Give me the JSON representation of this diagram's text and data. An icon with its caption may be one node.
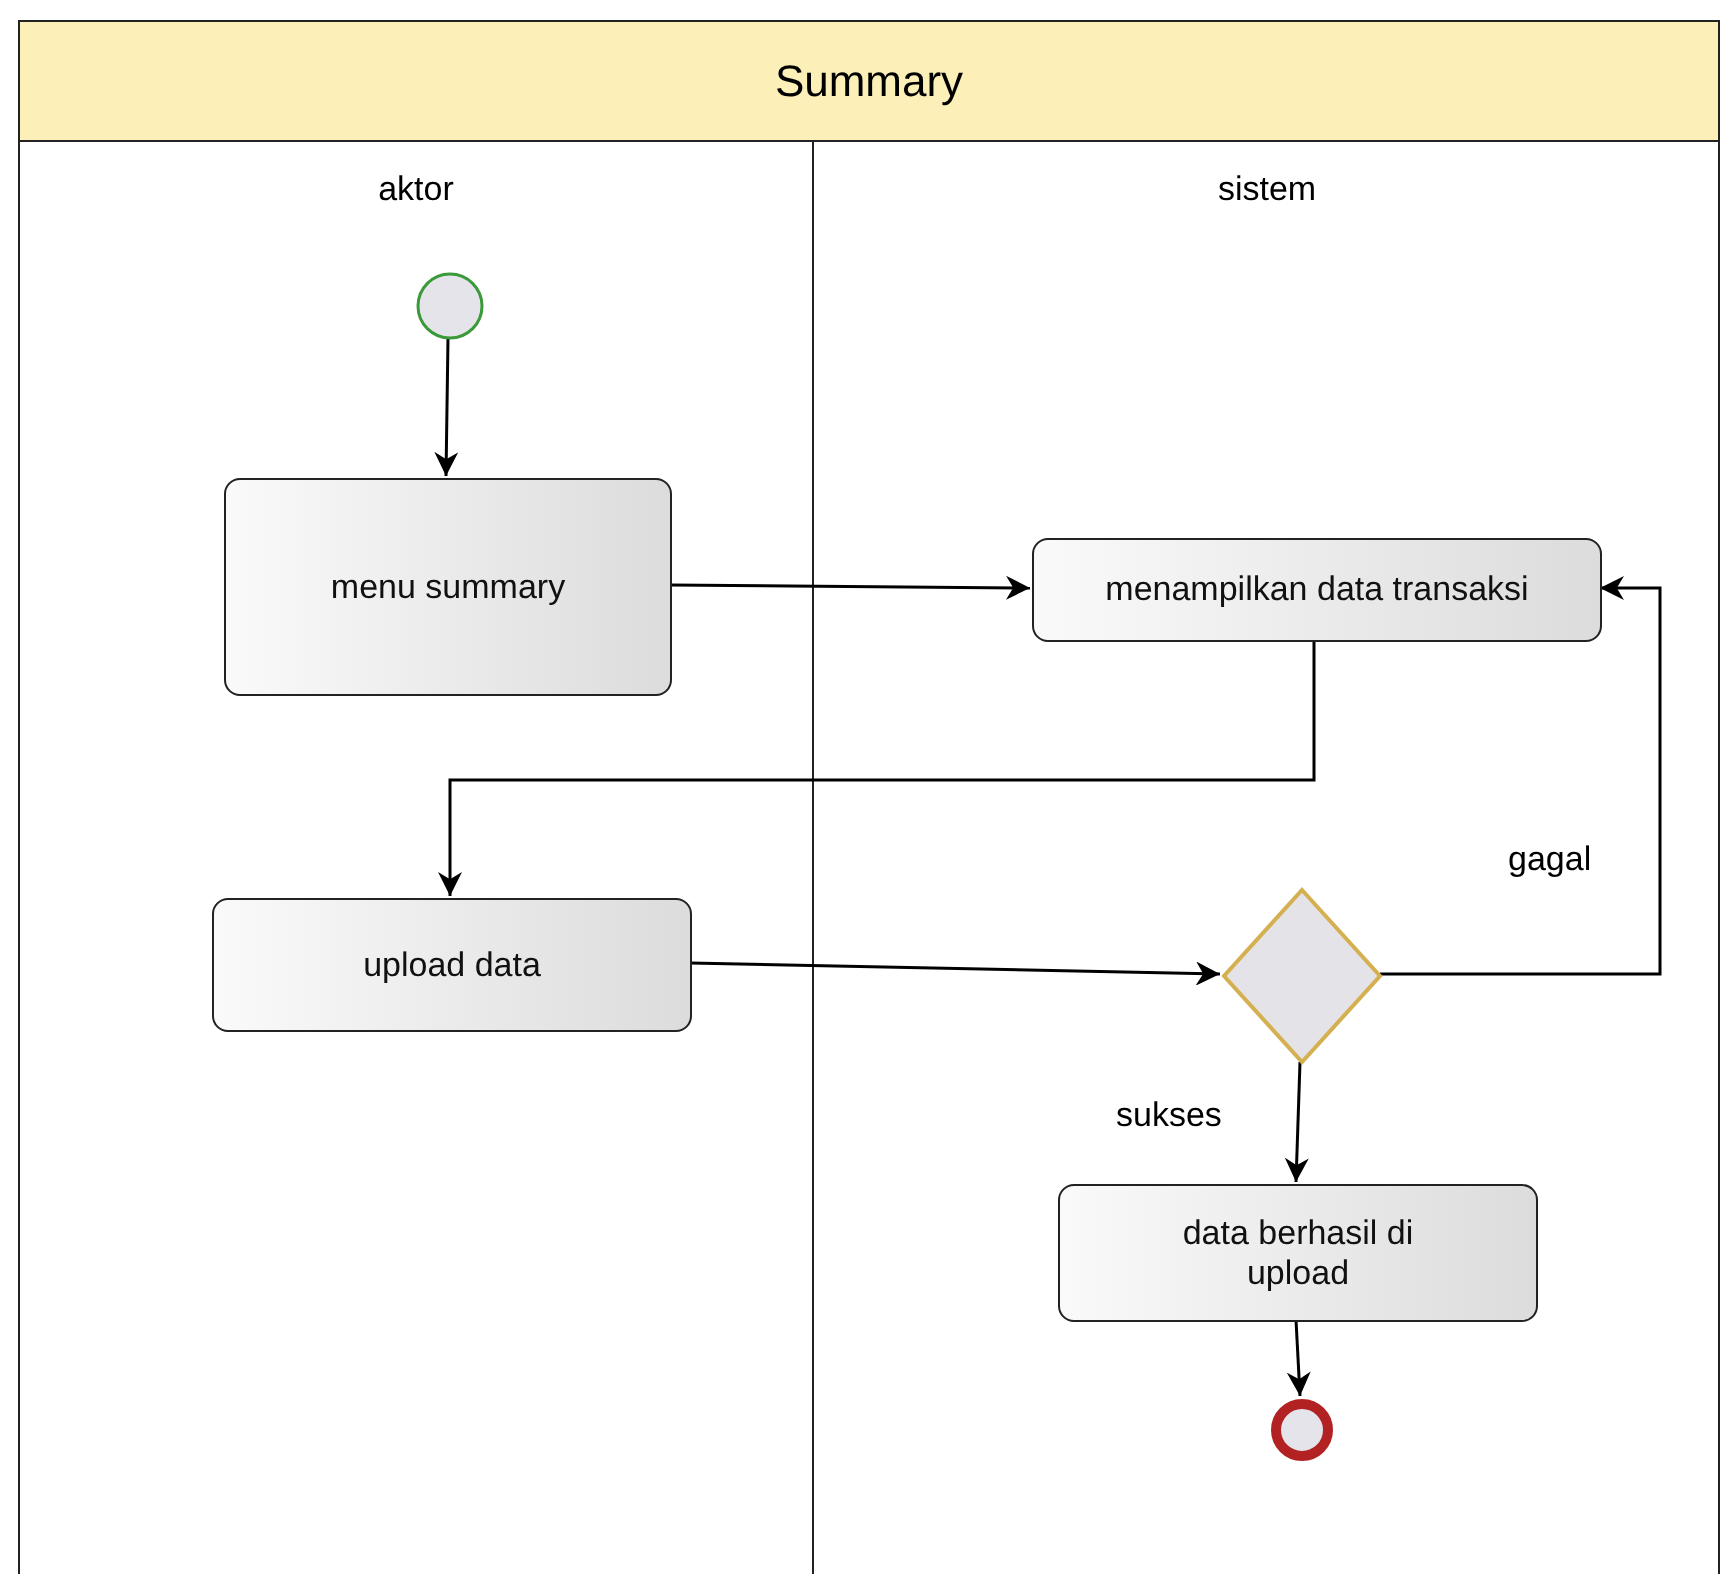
{
  "diagram": {
    "nodes": [
      {
        "text": [
          "Summary"
        ]
      },
      {
        "text": [
          "aktor"
        ],
        "in": 0
      },
      {
        "text": [
          "sistem"
        ],
        "in": 0
      },
      {
        "text": [],
        "shape": "circle",
        "in": 1
      },
      {
        "text": [
          "menu summary"
        ],
        "in": 1
      },
      {
        "text": [
          "menampilkan data transaksi"
        ],
        "in": 2
      },
      {
        "text": [
          "upload data"
        ],
        "in": 1
      },
      {
        "text": [],
        "shape": "diamond",
        "in": 2
      },
      {
        "text": [
          "data berhasil di upload"
        ],
        "in": 2
      },
      {
        "text": [],
        "shape": "circle",
        "in": 2
      }
    ],
    "edges": [
      {
        "from": 3,
        "to": 4,
        "arrow": "to"
      },
      {
        "from": 4,
        "to": 5,
        "arrow": "to"
      },
      {
        "from": 5,
        "to": 6,
        "arrow": "to"
      },
      {
        "from": 6,
        "to": 7,
        "arrow": "to"
      },
      {
        "from": 7,
        "to": 5,
        "arrow": "to",
        "label": "gagal"
      },
      {
        "from": 7,
        "to": 8,
        "arrow": "to",
        "label": "sukses"
      },
      {
        "from": 8,
        "to": 9,
        "arrow": "to"
      }
    ]
  }
}
